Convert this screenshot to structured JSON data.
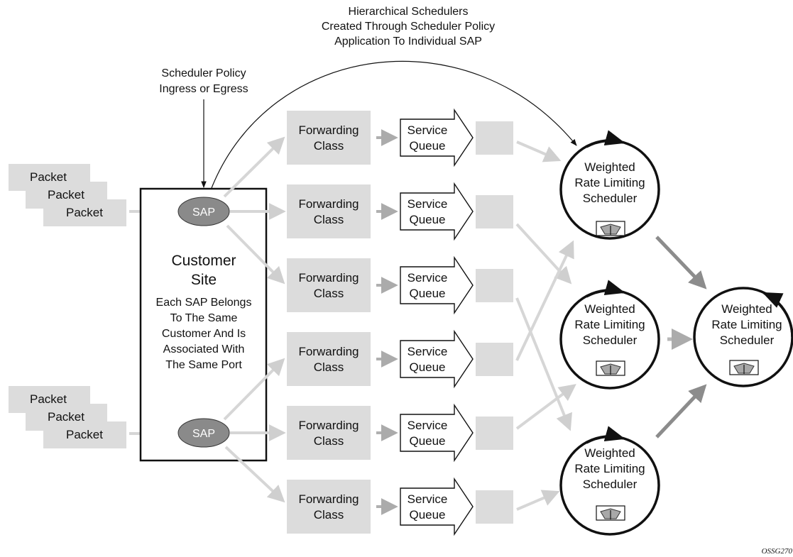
{
  "captions": {
    "hierarchical": [
      "Hierarchical Schedulers",
      "Created Through Scheduler Policy",
      "Application To Individual SAP"
    ],
    "policy": [
      "Scheduler Policy",
      "Ingress or Egress"
    ]
  },
  "packet_groups": [
    {
      "items": [
        "Packet",
        "Packet",
        "Packet"
      ]
    },
    {
      "items": [
        "Packet",
        "Packet",
        "Packet"
      ]
    }
  ],
  "customer_site": {
    "title": [
      "Customer",
      "Site"
    ],
    "description": [
      "Each SAP Belongs",
      "To The Same",
      "Customer And Is",
      "Associated With",
      "The Same Port"
    ],
    "saps": [
      "SAP",
      "SAP"
    ]
  },
  "forwarding_classes": [
    [
      "Forwarding",
      "Class"
    ],
    [
      "Forwarding",
      "Class"
    ],
    [
      "Forwarding",
      "Class"
    ],
    [
      "Forwarding",
      "Class"
    ],
    [
      "Forwarding",
      "Class"
    ],
    [
      "Forwarding",
      "Class"
    ]
  ],
  "service_queues": [
    [
      "Service",
      "Queue"
    ],
    [
      "Service",
      "Queue"
    ],
    [
      "Service",
      "Queue"
    ],
    [
      "Service",
      "Queue"
    ],
    [
      "Service",
      "Queue"
    ],
    [
      "Service",
      "Queue"
    ]
  ],
  "schedulers": [
    [
      "Weighted",
      "Rate Limiting",
      "Scheduler"
    ],
    [
      "Weighted",
      "Rate Limiting",
      "Scheduler"
    ],
    [
      "Weighted",
      "Rate Limiting",
      "Scheduler"
    ],
    [
      "Weighted",
      "Rate Limiting",
      "Scheduler"
    ]
  ],
  "figure_id": "OSSG270",
  "colors": {
    "box_fill": "#dcdcdc",
    "arrow_light": "#d6d6d6",
    "arrow_mid": "#b0b0b0",
    "arrow_dark": "#8c8c8c",
    "sap_fill": "#8a8a8a",
    "stroke": "#111111"
  }
}
